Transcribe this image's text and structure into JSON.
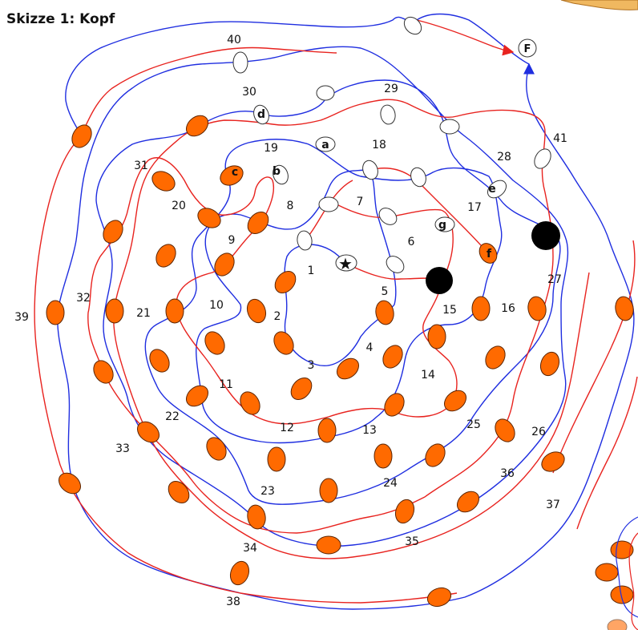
{
  "title": "Skizze 1: Kopf",
  "finish_label": "F",
  "start_symbol": "★",
  "colors": {
    "red_thread": "#e8231f",
    "blue_thread": "#1f2ee0",
    "crossing_fill": "#ff6a00",
    "crossing_stroke": "#5a2400",
    "pin": "#000000"
  },
  "region_numbers": [
    "1",
    "2",
    "3",
    "4",
    "5",
    "6",
    "7",
    "8",
    "9",
    "10",
    "11",
    "12",
    "13",
    "14",
    "15",
    "16",
    "17",
    "18",
    "19",
    "20",
    "21",
    "22",
    "23",
    "24",
    "25",
    "26",
    "27",
    "28",
    "29",
    "30",
    "31",
    "32",
    "33",
    "34",
    "35",
    "36",
    "37",
    "38",
    "39",
    "40",
    "41"
  ],
  "pair_letters": [
    "a",
    "b",
    "c",
    "d",
    "e",
    "f",
    "g"
  ]
}
